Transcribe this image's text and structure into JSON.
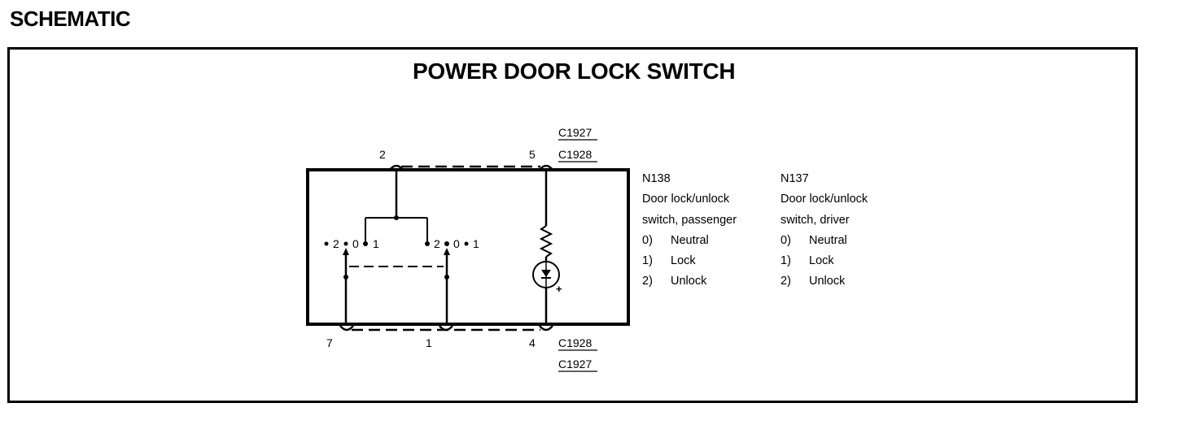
{
  "heading": "SCHEMATIC",
  "diagram": {
    "title": "POWER DOOR LOCK SWITCH",
    "connectors": {
      "top_upper": "C1927",
      "top_lower": "C1928",
      "bottom_upper": "C1928",
      "bottom_lower": "C1927"
    },
    "pins": {
      "top_left": "2",
      "top_right": "5",
      "bottom_left": "7",
      "bottom_mid": "1",
      "bottom_right": "4"
    },
    "switch_left_positions": [
      "2",
      "0",
      "1"
    ],
    "switch_right_positions": [
      "2",
      "0",
      "1"
    ],
    "lamp_mark": "+"
  },
  "legend": [
    {
      "code": "N138",
      "desc_line1": "Door lock/unlock",
      "desc_line2": "switch, passenger",
      "positions": [
        {
          "num": "0)",
          "label": "Neutral"
        },
        {
          "num": "1)",
          "label": "Lock"
        },
        {
          "num": "2)",
          "label": "Unlock"
        }
      ]
    },
    {
      "code": "N137",
      "desc_line1": "Door lock/unlock",
      "desc_line2": "switch, driver",
      "positions": [
        {
          "num": "0)",
          "label": "Neutral"
        },
        {
          "num": "1)",
          "label": "Lock"
        },
        {
          "num": "2)",
          "label": "Unlock"
        }
      ]
    }
  ]
}
